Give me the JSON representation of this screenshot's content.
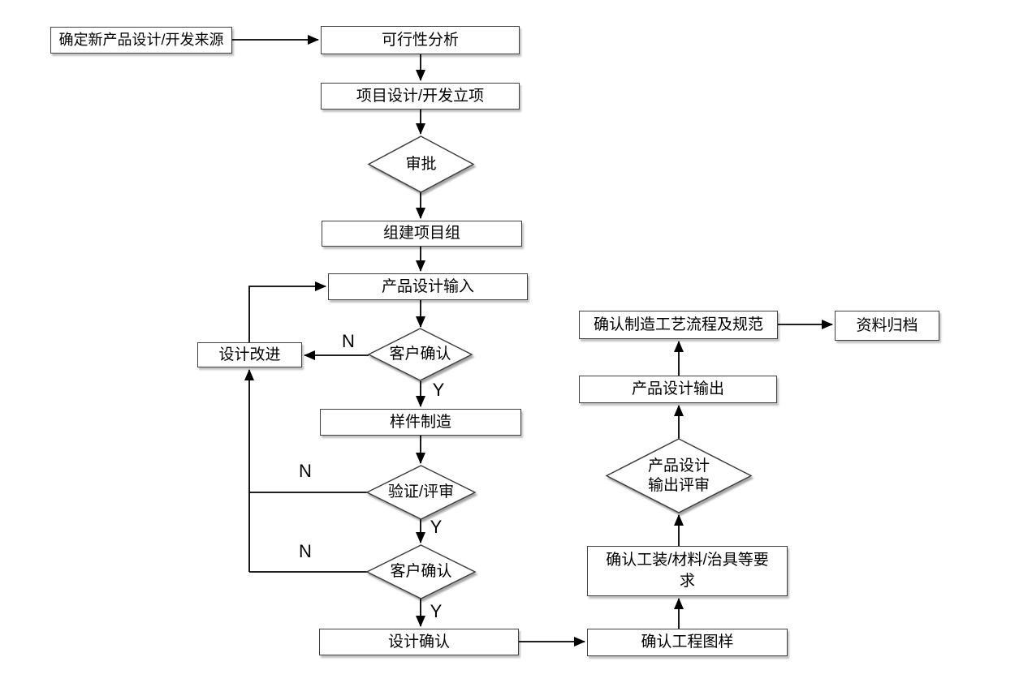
{
  "diagram_type": "flowchart",
  "style": {
    "background": "#ffffff",
    "line_color": "#000000",
    "shape_border_color": "#404040",
    "shape_fill": "#ffffff",
    "text_color": "#000000"
  },
  "labels": {
    "yes": "Y",
    "no": "N"
  },
  "nodes": {
    "determine_source": {
      "label": "确定新产品设计/开发来源",
      "type": "process"
    },
    "feasibility_analysis": {
      "label": "可行性分析",
      "type": "process"
    },
    "project_initiation": {
      "label": "项目设计/开发立项",
      "type": "process"
    },
    "approval": {
      "label": "审批",
      "type": "decision"
    },
    "form_project_team": {
      "label": "组建项目组",
      "type": "process"
    },
    "product_design_input": {
      "label": "产品设计输入",
      "type": "process"
    },
    "customer_confirm_1": {
      "label": "客户确认",
      "type": "decision"
    },
    "design_improvement": {
      "label": "设计改进",
      "type": "process"
    },
    "sample_manufacturing": {
      "label": "样件制造",
      "type": "process"
    },
    "verification_review": {
      "label": "验证/评审",
      "type": "decision"
    },
    "customer_confirm_2": {
      "label": "客户确认",
      "type": "decision"
    },
    "design_confirmation": {
      "label": "设计确认",
      "type": "process"
    },
    "confirm_eng_drawings": {
      "label": "确认工程图样",
      "type": "process"
    },
    "confirm_tooling_req": {
      "label": "确认工装/材料/治具等要\n求",
      "type": "process"
    },
    "design_output_review": {
      "label": "产品设计\n输出评审",
      "type": "decision"
    },
    "product_design_output": {
      "label": "产品设计输出",
      "type": "process"
    },
    "confirm_process_specs": {
      "label": "确认制造工艺流程及规范",
      "type": "process"
    },
    "archive": {
      "label": "资料归档",
      "type": "process"
    }
  },
  "edges": [
    {
      "from": "determine_source",
      "to": "feasibility_analysis",
      "label": ""
    },
    {
      "from": "feasibility_analysis",
      "to": "project_initiation",
      "label": ""
    },
    {
      "from": "project_initiation",
      "to": "approval",
      "label": ""
    },
    {
      "from": "approval",
      "to": "form_project_team",
      "label": ""
    },
    {
      "from": "form_project_team",
      "to": "product_design_input",
      "label": ""
    },
    {
      "from": "product_design_input",
      "to": "customer_confirm_1",
      "label": ""
    },
    {
      "from": "customer_confirm_1",
      "to": "design_improvement",
      "label": "N"
    },
    {
      "from": "customer_confirm_1",
      "to": "sample_manufacturing",
      "label": "Y"
    },
    {
      "from": "design_improvement",
      "to": "product_design_input",
      "label": ""
    },
    {
      "from": "sample_manufacturing",
      "to": "verification_review",
      "label": ""
    },
    {
      "from": "verification_review",
      "to": "design_improvement",
      "label": "N"
    },
    {
      "from": "verification_review",
      "to": "customer_confirm_2",
      "label": "Y"
    },
    {
      "from": "customer_confirm_2",
      "to": "design_improvement",
      "label": "N"
    },
    {
      "from": "customer_confirm_2",
      "to": "design_confirmation",
      "label": "Y"
    },
    {
      "from": "design_confirmation",
      "to": "confirm_eng_drawings",
      "label": ""
    },
    {
      "from": "confirm_eng_drawings",
      "to": "confirm_tooling_req",
      "label": ""
    },
    {
      "from": "confirm_tooling_req",
      "to": "design_output_review",
      "label": ""
    },
    {
      "from": "design_output_review",
      "to": "product_design_output",
      "label": ""
    },
    {
      "from": "product_design_output",
      "to": "confirm_process_specs",
      "label": ""
    },
    {
      "from": "confirm_process_specs",
      "to": "archive",
      "label": ""
    }
  ]
}
